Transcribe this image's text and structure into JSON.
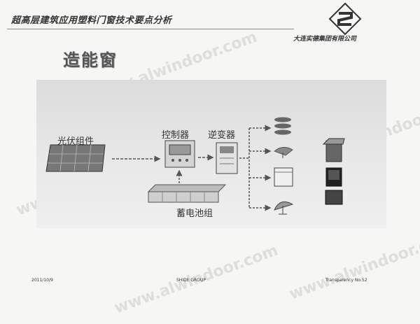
{
  "header": {
    "title": "超高层建筑应用塑料门窗技术要点分析",
    "company": "大连实德集团有限公司"
  },
  "slide": {
    "title": "造能窗"
  },
  "diagram": {
    "pv_label": "光伏组件",
    "controller_label": "控制器",
    "inverter_label": "逆变器",
    "battery_label": "蓄电池组"
  },
  "footer": {
    "date": "2011/10/9",
    "group": "SHIDE GROUP",
    "transparency": "Transparency No.52"
  },
  "watermark": {
    "text": "www.alwindoor.com"
  }
}
